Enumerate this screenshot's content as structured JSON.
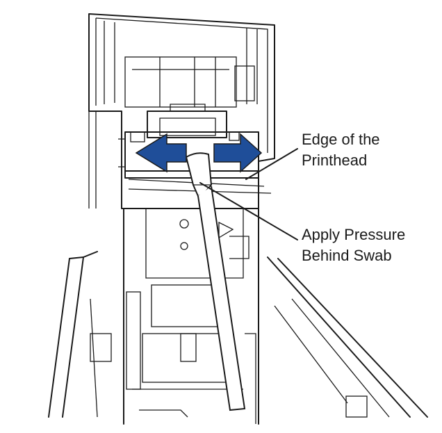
{
  "callouts": {
    "printhead_edge": [
      "Edge of the",
      "Printhead"
    ],
    "apply_pressure": [
      "Apply Pressure",
      "Behind Swab"
    ]
  },
  "colors": {
    "arrow_fill": "#1f4e99",
    "line": "#1a1a1a",
    "background": "#ffffff"
  }
}
